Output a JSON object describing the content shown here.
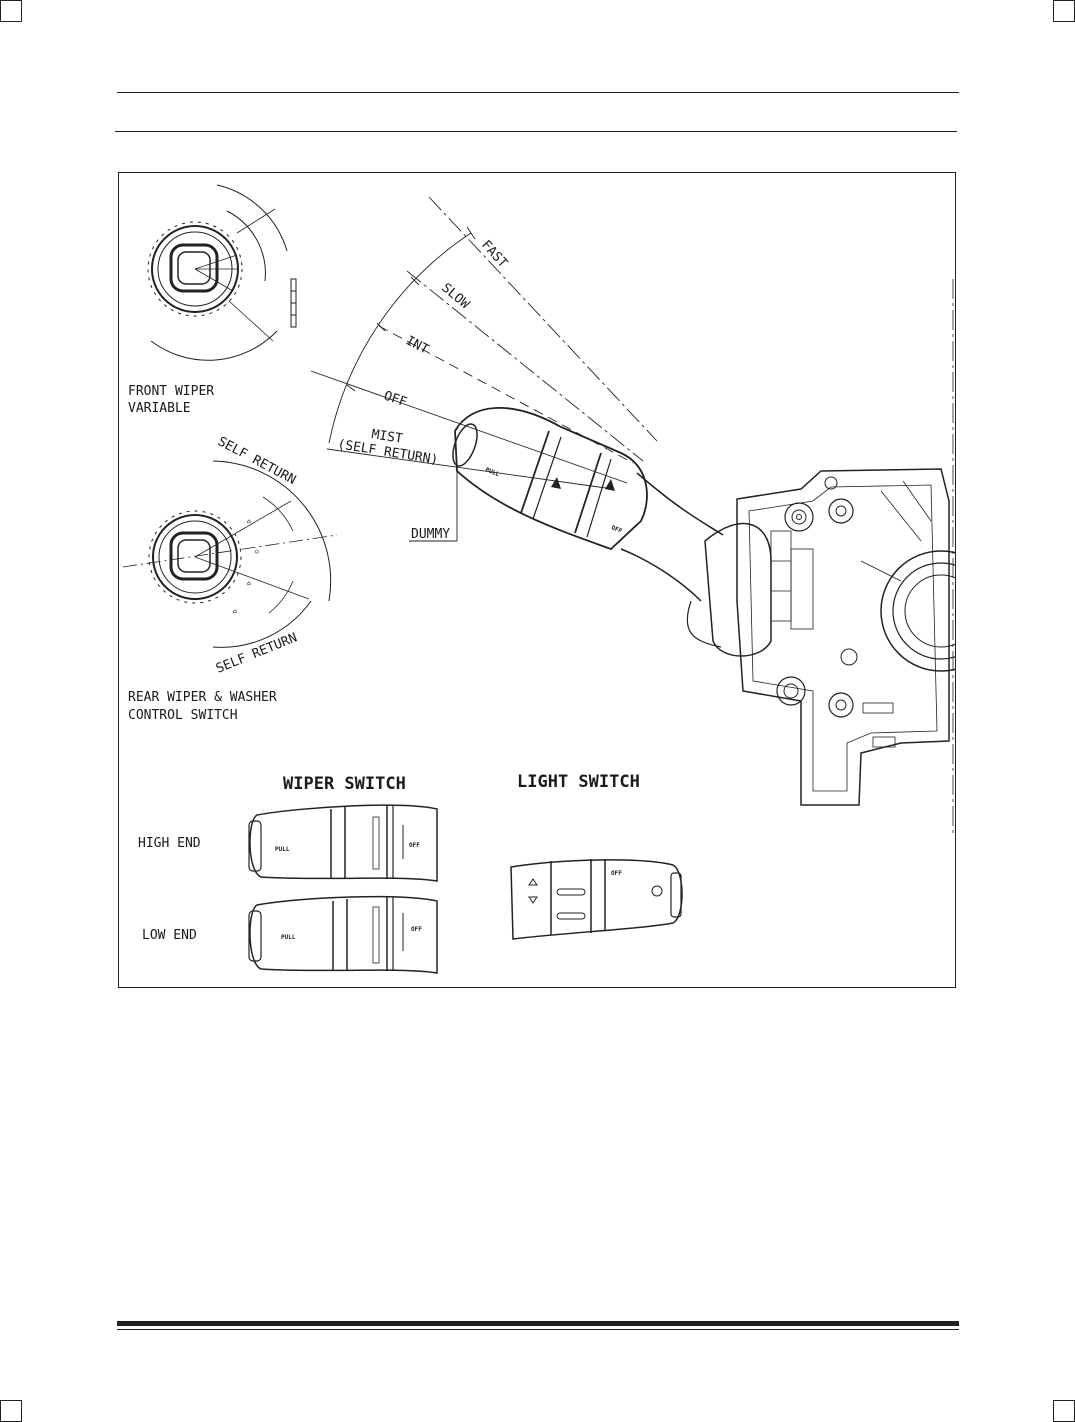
{
  "diagram": {
    "front_wiper_label": [
      "FRONT WIPER",
      "VARIABLE"
    ],
    "rear_wiper_label": [
      "REAR WIPER & WASHER",
      "CONTROL SWITCH"
    ],
    "self_return_top": "SELF RETURN",
    "self_return_bottom": "SELF RETURN",
    "positions": {
      "fast": "FAST",
      "slow": "SLOW",
      "int": "INT",
      "off": "OFF",
      "mist": "MIST",
      "mist_note": "(SELF RETURN)"
    },
    "dummy_label": "DUMMY",
    "wiper_switch_title": "WIPER SWITCH",
    "light_switch_title": "LIGHT SWITCH",
    "high_end_label": "HIGH END",
    "low_end_label": "LOW END",
    "knob_full_text": "PULL",
    "knob_off_text": "OFF"
  }
}
